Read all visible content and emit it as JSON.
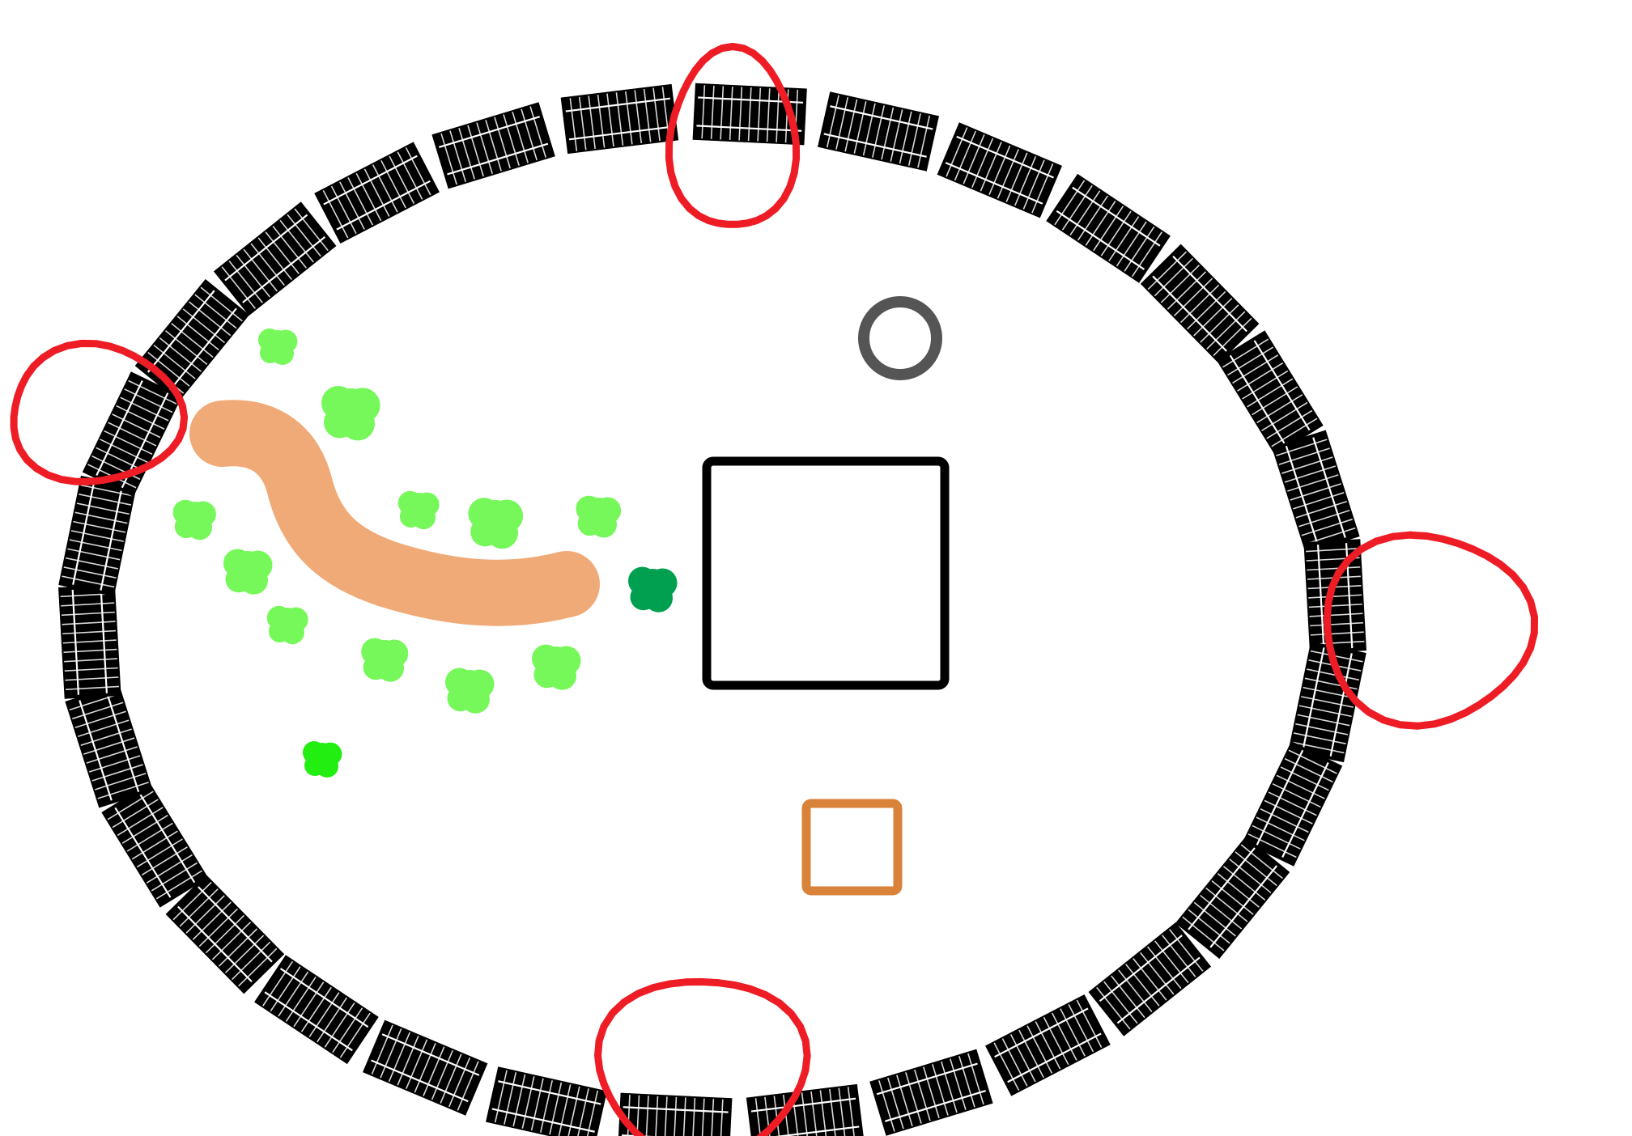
{
  "canvas": {
    "background": "#ffffff",
    "description_labels": []
  },
  "colors": {
    "track": "#000000",
    "track_gap": "#ffffff",
    "highlight": "#ee1c24",
    "path": "#f0aa78",
    "bush_light": "#76f85a",
    "bush_bright": "#22ee11",
    "bush_dark": "#00a050",
    "building": "#000000",
    "small_building": "#d9823a",
    "ring": "#555555"
  },
  "scene": {
    "track_segment_count": 30,
    "highlight_count": 4,
    "objects": [
      {
        "kind": "square-outline",
        "icon": "large-square-building-icon",
        "color_key": "building"
      },
      {
        "kind": "square-outline",
        "icon": "small-square-building-icon",
        "color_key": "small_building"
      },
      {
        "kind": "ring",
        "icon": "grey-ring-icon",
        "color_key": "ring"
      },
      {
        "kind": "path",
        "icon": "dirt-path-icon",
        "color_key": "path"
      }
    ]
  }
}
